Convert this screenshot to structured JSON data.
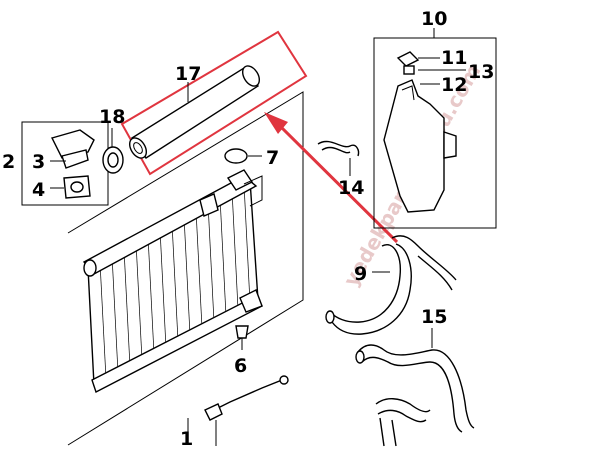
{
  "diagram": {
    "labels": {
      "p1": "1",
      "p2": "2",
      "p3": "3",
      "p4": "4",
      "p6": "6",
      "p7": "7",
      "p9": "9",
      "p10": "10",
      "p11": "11",
      "p12": "12",
      "p13": "13",
      "p14": "14",
      "p15": "15",
      "p17": "17",
      "p18": "18"
    },
    "watermark": "yedekparcaflexsu.com",
    "colors": {
      "highlight": "#e0353f",
      "ink": "#000000",
      "background": "#ffffff"
    }
  }
}
